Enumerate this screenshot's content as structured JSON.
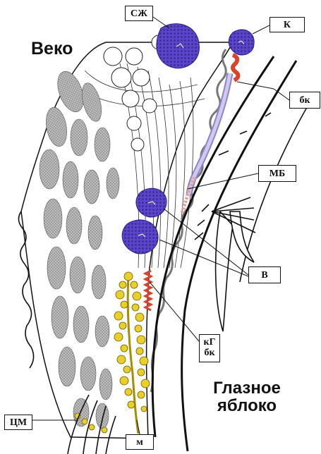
{
  "titles": {
    "eyelid": "Веко",
    "eyeball_line1": "Глазное",
    "eyeball_line2": "яблоко"
  },
  "labels": {
    "szh": "СЖ",
    "k": "К",
    "bk_top": "бк",
    "mb": "МБ",
    "v": "В",
    "kg_line1": "кГ",
    "kg_line2": "бк",
    "cm": "ЦМ",
    "m": "м"
  },
  "colors": {
    "gland": "#5b45c8",
    "meibomian": "#e8cf2a",
    "duct_lining": "#b9b2e6",
    "duct_red": "#d9432b",
    "muscle": "#b5b5b5",
    "outline": "#111111"
  }
}
